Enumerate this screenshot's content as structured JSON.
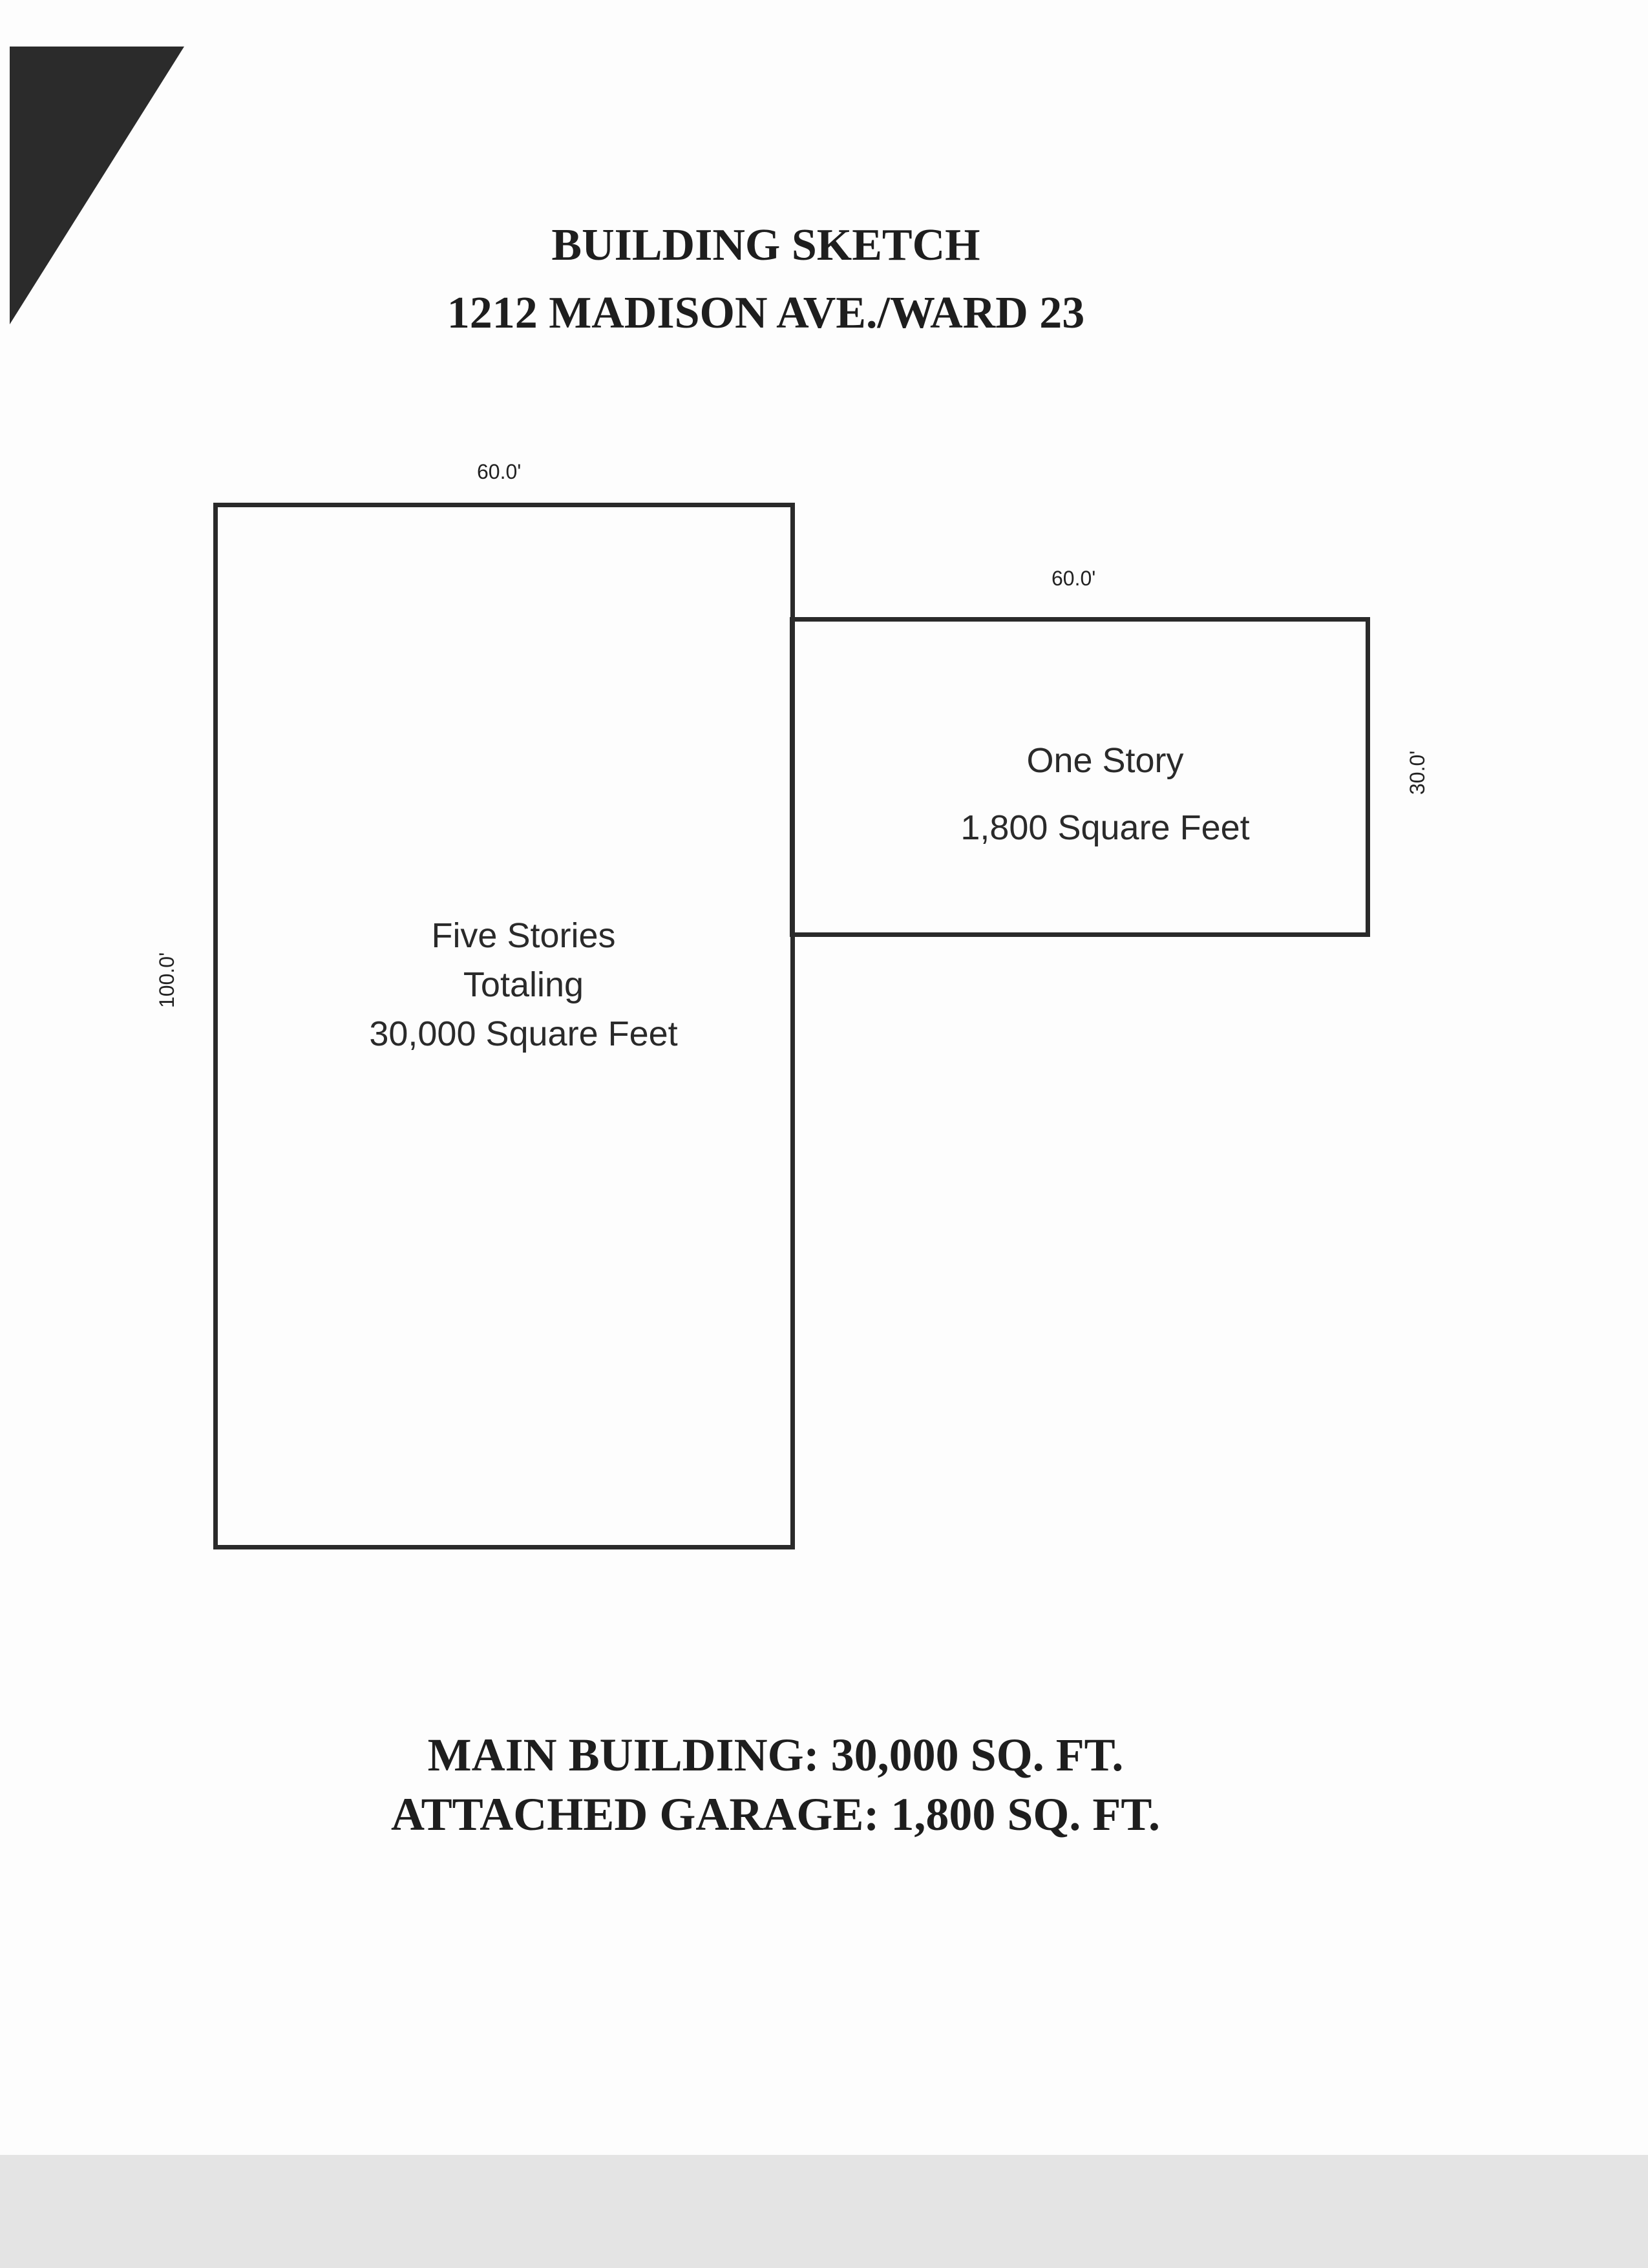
{
  "title": {
    "line1": "BUILDING SKETCH",
    "line2": "1212 MADISON AVE./WARD 23"
  },
  "main_building": {
    "width_label": "60.0'",
    "depth_label": "100.0'",
    "description": [
      "Five Stories",
      "Totaling",
      "30,000 Square Feet"
    ]
  },
  "garage": {
    "width_label": "60.0'",
    "depth_label": "30.0'",
    "description": [
      "One Story",
      "1,800 Square Feet"
    ]
  },
  "summary": {
    "line1": "MAIN BUILDING:  30,000 SQ. FT.",
    "line2": "ATTACHED GARAGE:  1,800 SQ. FT."
  }
}
